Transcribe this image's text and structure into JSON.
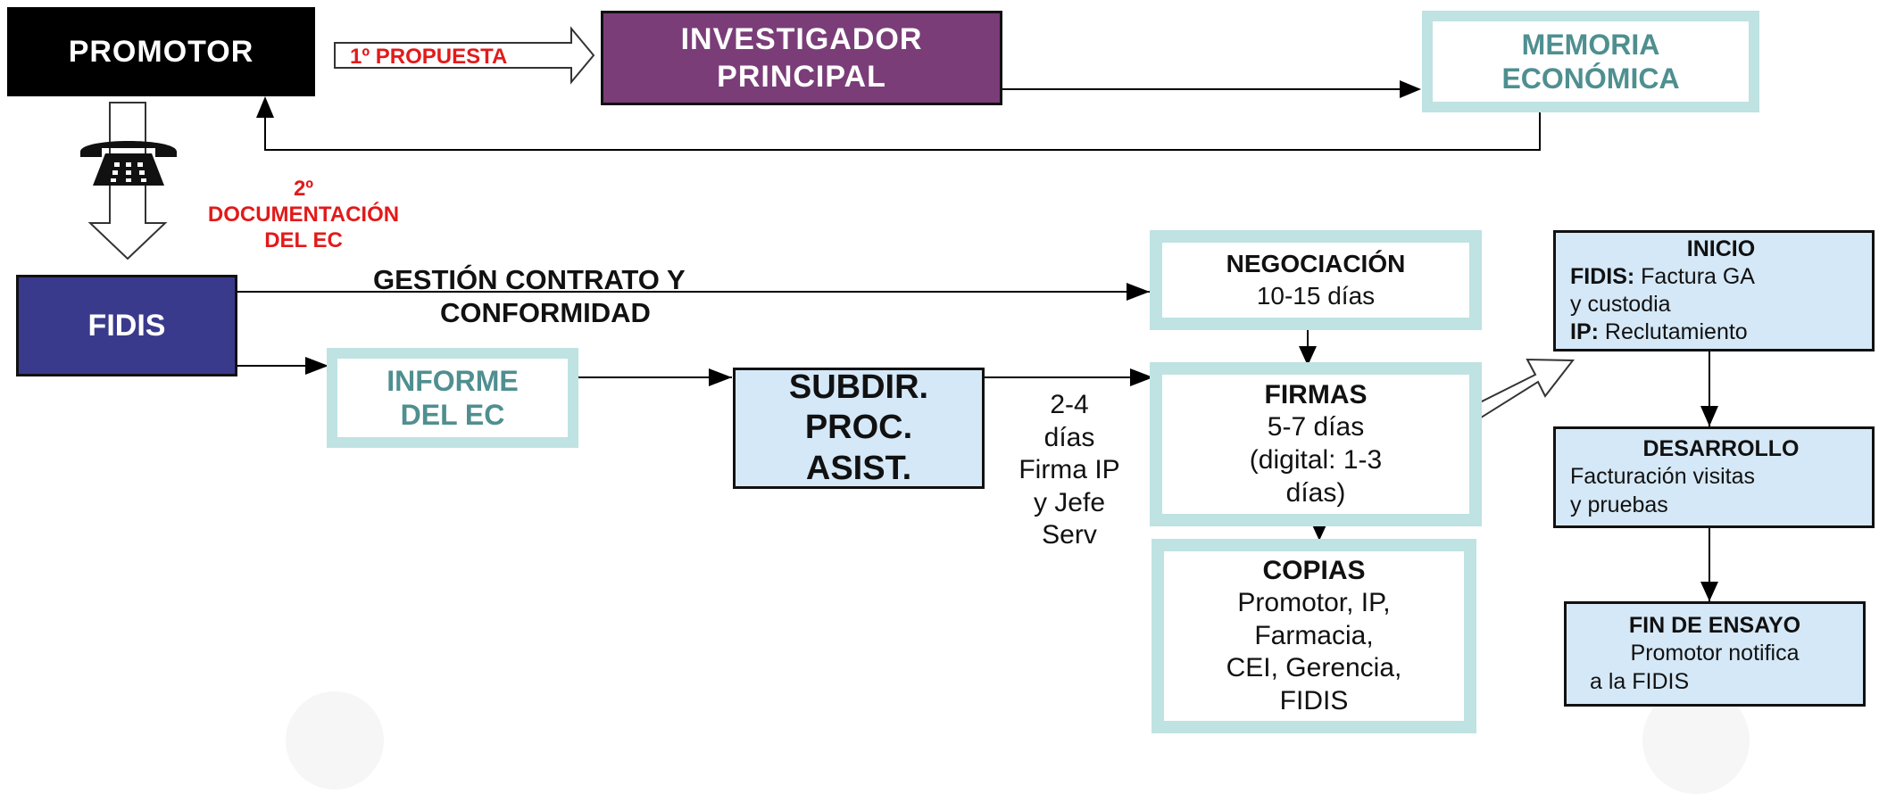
{
  "promotor": "PROMOTOR",
  "propuesta": "1º PROPUESTA",
  "investigador": [
    "INVESTIGADOR",
    "PRINCIPAL"
  ],
  "memoria": [
    "MEMORIA",
    "ECONÓMICA"
  ],
  "documentacion": [
    "2º",
    "DOCUMENTACIÓN",
    "DEL EC"
  ],
  "fidis": "FIDIS",
  "gestion": [
    "GESTIÓN CONTRATO Y",
    "CONFORMIDAD"
  ],
  "negociacion": {
    "title": "NEGOCIACIÓN",
    "detail": "10-15 días"
  },
  "informe": [
    "INFORME",
    "DEL EC"
  ],
  "subdir": [
    "SUBDIR.",
    "PROC.",
    "ASIST."
  ],
  "firma_ip": [
    "2-4",
    "días",
    "Firma IP",
    "y Jefe",
    "Serv"
  ],
  "firmas": {
    "title": "FIRMAS",
    "lines": [
      "5-7 días",
      "(digital: 1-3",
      "días)"
    ]
  },
  "copias": {
    "title": "COPIAS",
    "lines": [
      "Promotor, IP,",
      "Farmacia,",
      "CEI, Gerencia,",
      "FIDIS"
    ]
  },
  "inicio": {
    "title": "INICIO",
    "fidis_label": "FIDIS:",
    "fidis_text": " Factura GA",
    "line2": "y custodia",
    "ip_label": "IP:",
    "ip_text": " Reclutamiento"
  },
  "desarrollo": {
    "title": "DESARROLLO",
    "lines": [
      "Facturación visitas",
      "y pruebas"
    ]
  },
  "fin": {
    "title": "FIN DE ENSAYO",
    "lines": [
      "Promotor notifica",
      "a la FIDIS"
    ]
  },
  "colors": {
    "black": "#000000",
    "purple": "#7a3d78",
    "navy": "#3a3a8c",
    "teal_border": "#bfe2e2",
    "teal_text": "#4f8f90",
    "light_blue": "#d5e8f7",
    "red": "#e21a1a"
  },
  "icons": [
    "telephone-icon"
  ]
}
